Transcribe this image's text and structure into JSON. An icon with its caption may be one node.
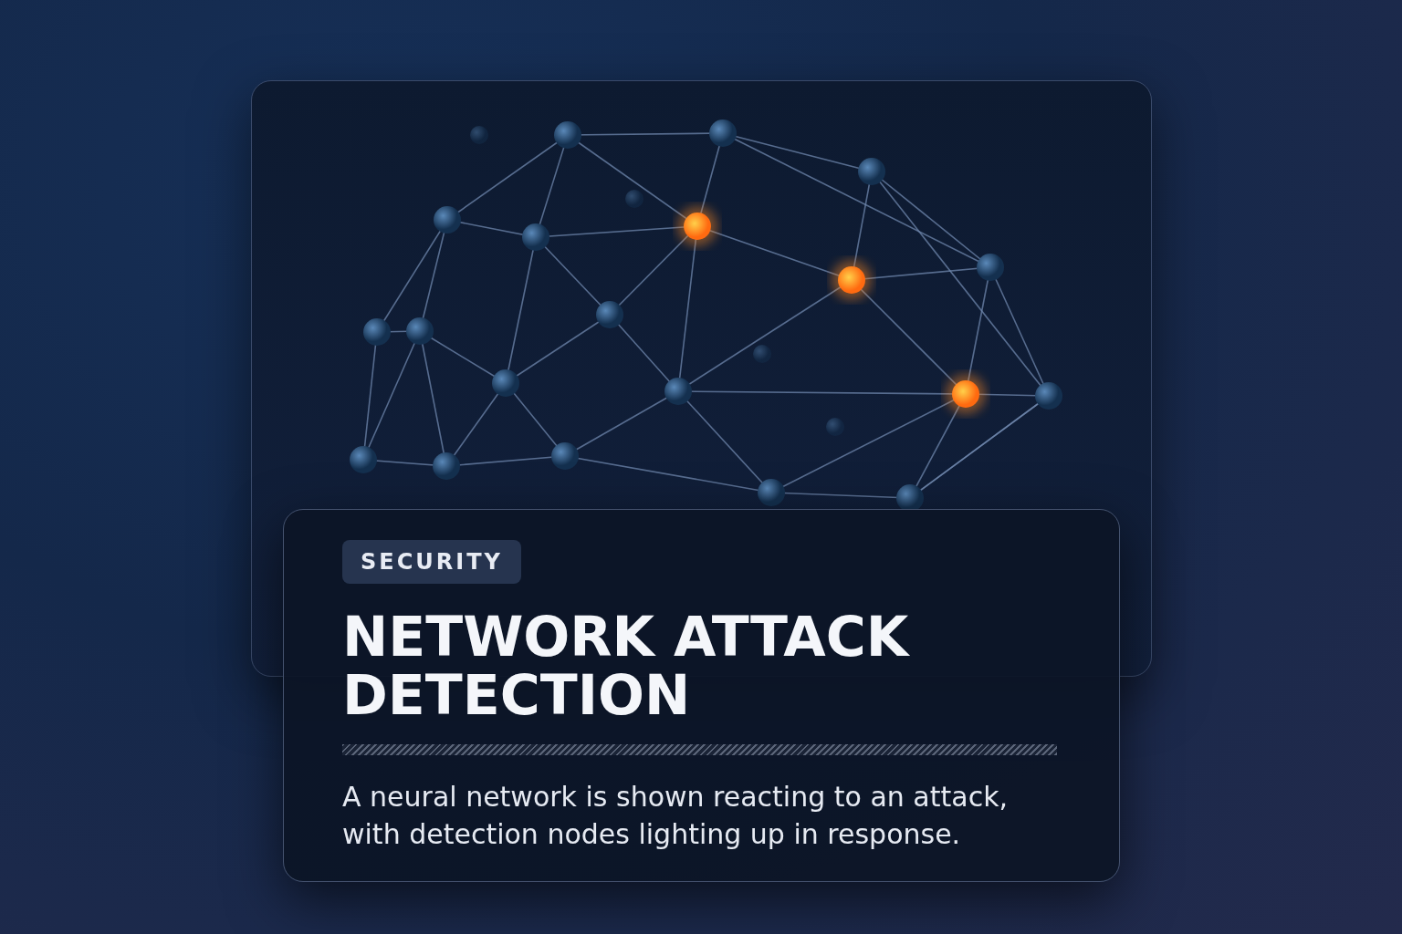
{
  "diagram": {
    "title": "NETWORK ATTACK DETECTION",
    "caption": "A neural network is shown reacting to an attack, with detection nodes lighting up in response.",
    "labels": [
      "SECURITY"
    ]
  }
}
